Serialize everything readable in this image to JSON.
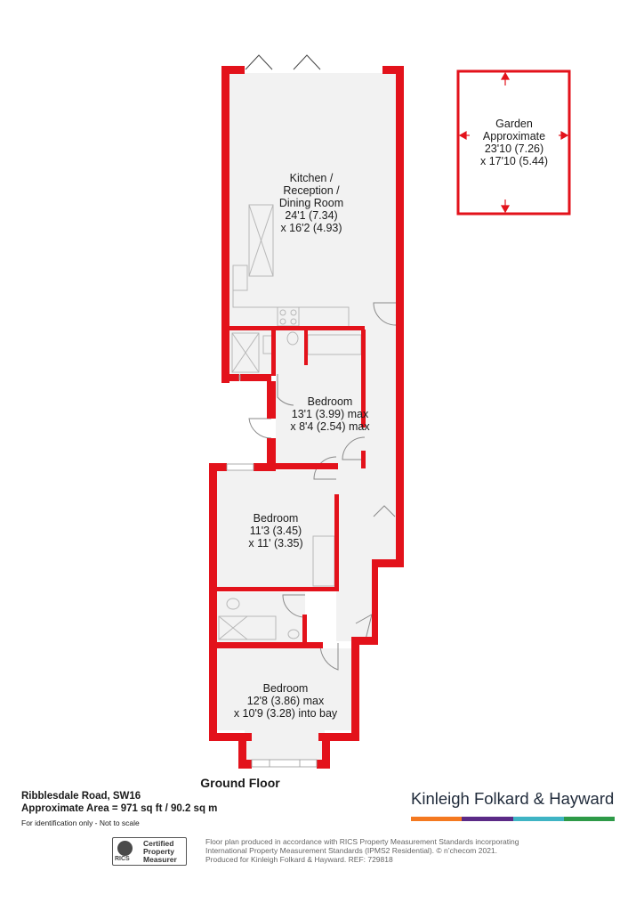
{
  "rooms": {
    "kitchen": {
      "line1": "Kitchen /",
      "line2": "Reception /",
      "line3": "Dining Room",
      "line4": "24'1 (7.34)",
      "line5": "x 16'2 (4.93)"
    },
    "garden": {
      "line1": "Garden",
      "line2": "Approximate",
      "line3": "23'10 (7.26)",
      "line4": "x 17'10 (5.44)"
    },
    "bedroom1": {
      "line1": "Bedroom",
      "line2": "13'1 (3.99) max",
      "line3": "x 8'4 (2.54) max"
    },
    "bedroom2": {
      "line1": "Bedroom",
      "line2": "11'3 (3.45)",
      "line3": "x 11' (3.35)"
    },
    "bedroom3": {
      "line1": "Bedroom",
      "line2": "12'8 (3.86) max",
      "line3": "x 10'9 (3.28) into bay"
    }
  },
  "floor_title": "Ground Floor",
  "address": "Ribblesdale Road, SW16",
  "area": "Approximate Area = 971 sq ft / 90.2 sq m",
  "note": "For identification only - Not to scale",
  "brand": {
    "name": "Kinleigh Folkard & Hayward",
    "bar_colors": [
      "#f47920",
      "#5b2a86",
      "#3fb4c4",
      "#2e9a48"
    ]
  },
  "rics": {
    "logo_text": "RICS",
    "line1": "Certified",
    "line2": "Property",
    "line3": "Measurer"
  },
  "disclaimer": {
    "line1": "Floor plan produced in accordance with RICS Property Measurement Standards incorporating",
    "line2": "International Property Measurement Standards (IPMS2 Residential).  © n’checom 2021.",
    "line3": "Produced for Kinleigh Folkard & Hayward.   REF: 729818"
  },
  "colors": {
    "wall": "#e3121b",
    "floor": "#f2f2f2",
    "fixture": "#b8b8b8",
    "text": "#1a1a1a"
  }
}
